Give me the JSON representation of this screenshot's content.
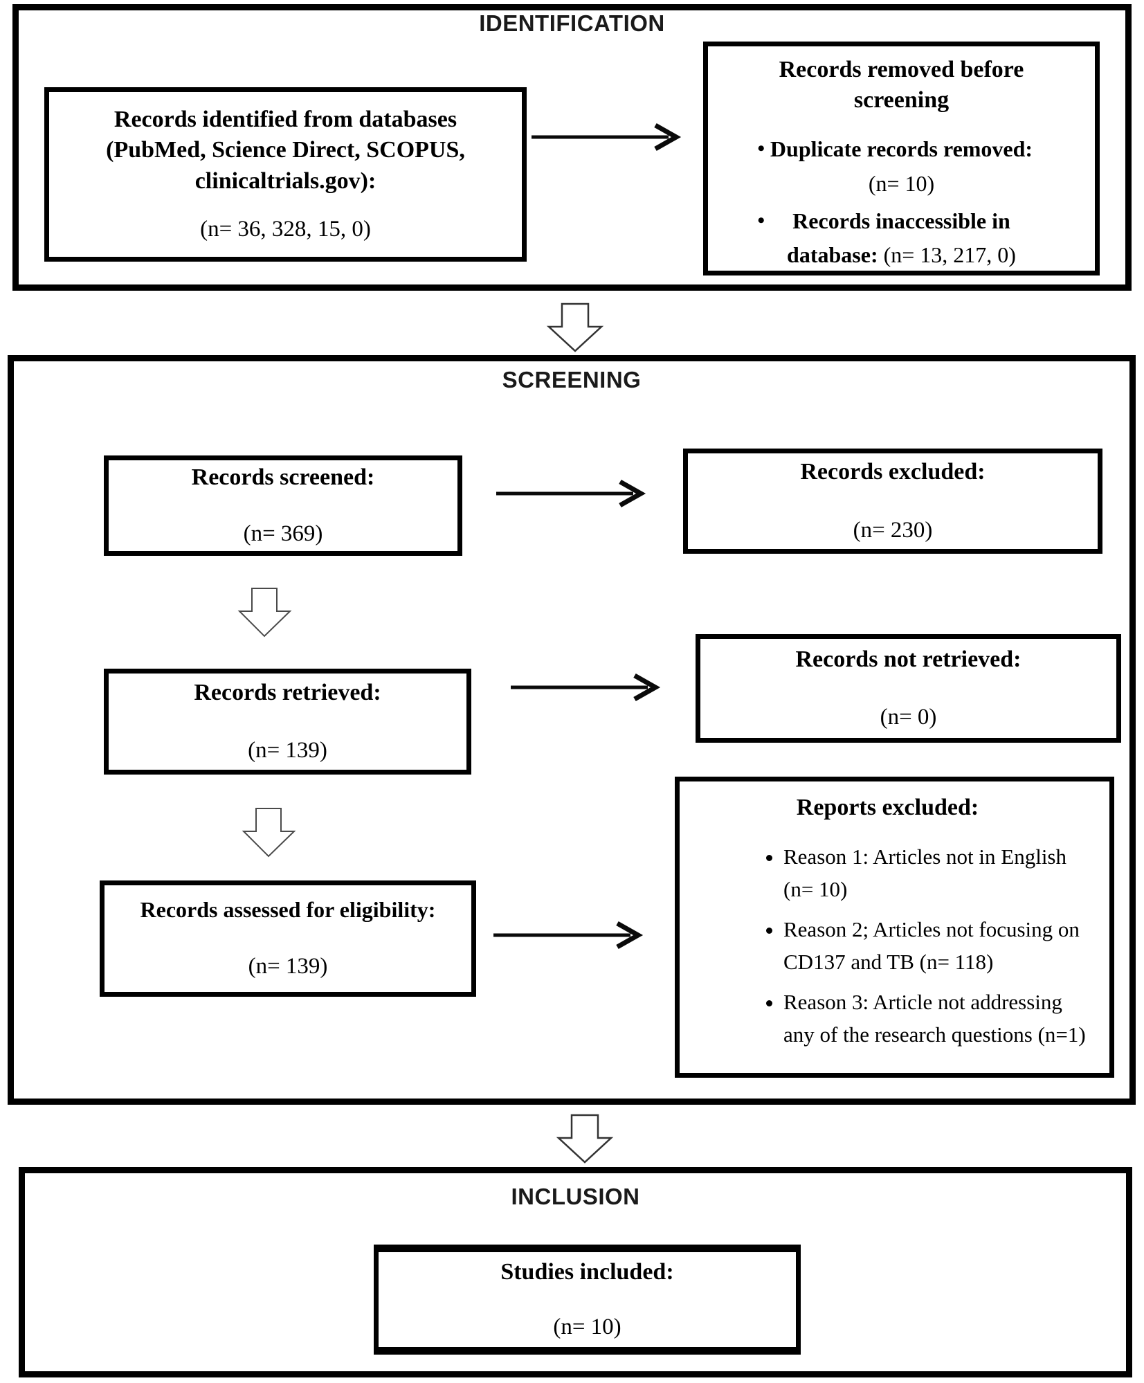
{
  "figure": {
    "background": "#ffffff",
    "line_color": "#000000"
  },
  "identification": {
    "label": "IDENTIFICATION",
    "records_identified": {
      "title": "Records identified from databases (PubMed, Science Direct, SCOPUS, clinicaltrials.gov):",
      "count": "(n= 36, 328, 15, 0)"
    },
    "records_removed": {
      "title": "Records removed before screening",
      "bullets": [
        {
          "label": "Duplicate records removed:",
          "count": "(n= 10)"
        },
        {
          "label": "Records inaccessible in database:",
          "count": "(n= 13, 217, 0)"
        }
      ]
    }
  },
  "screening": {
    "label": "SCREENING",
    "records_screened": {
      "title": "Records screened:",
      "count": "(n= 369)"
    },
    "records_excluded": {
      "title": "Records excluded:",
      "count": "(n= 230)"
    },
    "records_retrieved": {
      "title": "Records retrieved:",
      "count": "(n= 139)"
    },
    "records_not_retrieved": {
      "title": "Records not retrieved:",
      "count": "(n= 0)"
    },
    "records_assessed": {
      "title": "Records assessed for eligibility:",
      "count": "(n= 139)"
    },
    "reports_excluded": {
      "title": "Reports excluded:",
      "bullets": [
        "Reason 1: Articles not in English (n= 10)",
        "Reason 2; Articles not focusing on CD137 and TB (n= 118)",
        "Reason 3: Article not addressing any of the research questions (n=1)"
      ]
    }
  },
  "inclusion": {
    "label": "INCLUSION",
    "studies_included": {
      "title": "Studies included:",
      "count": "(n= 10)"
    }
  }
}
